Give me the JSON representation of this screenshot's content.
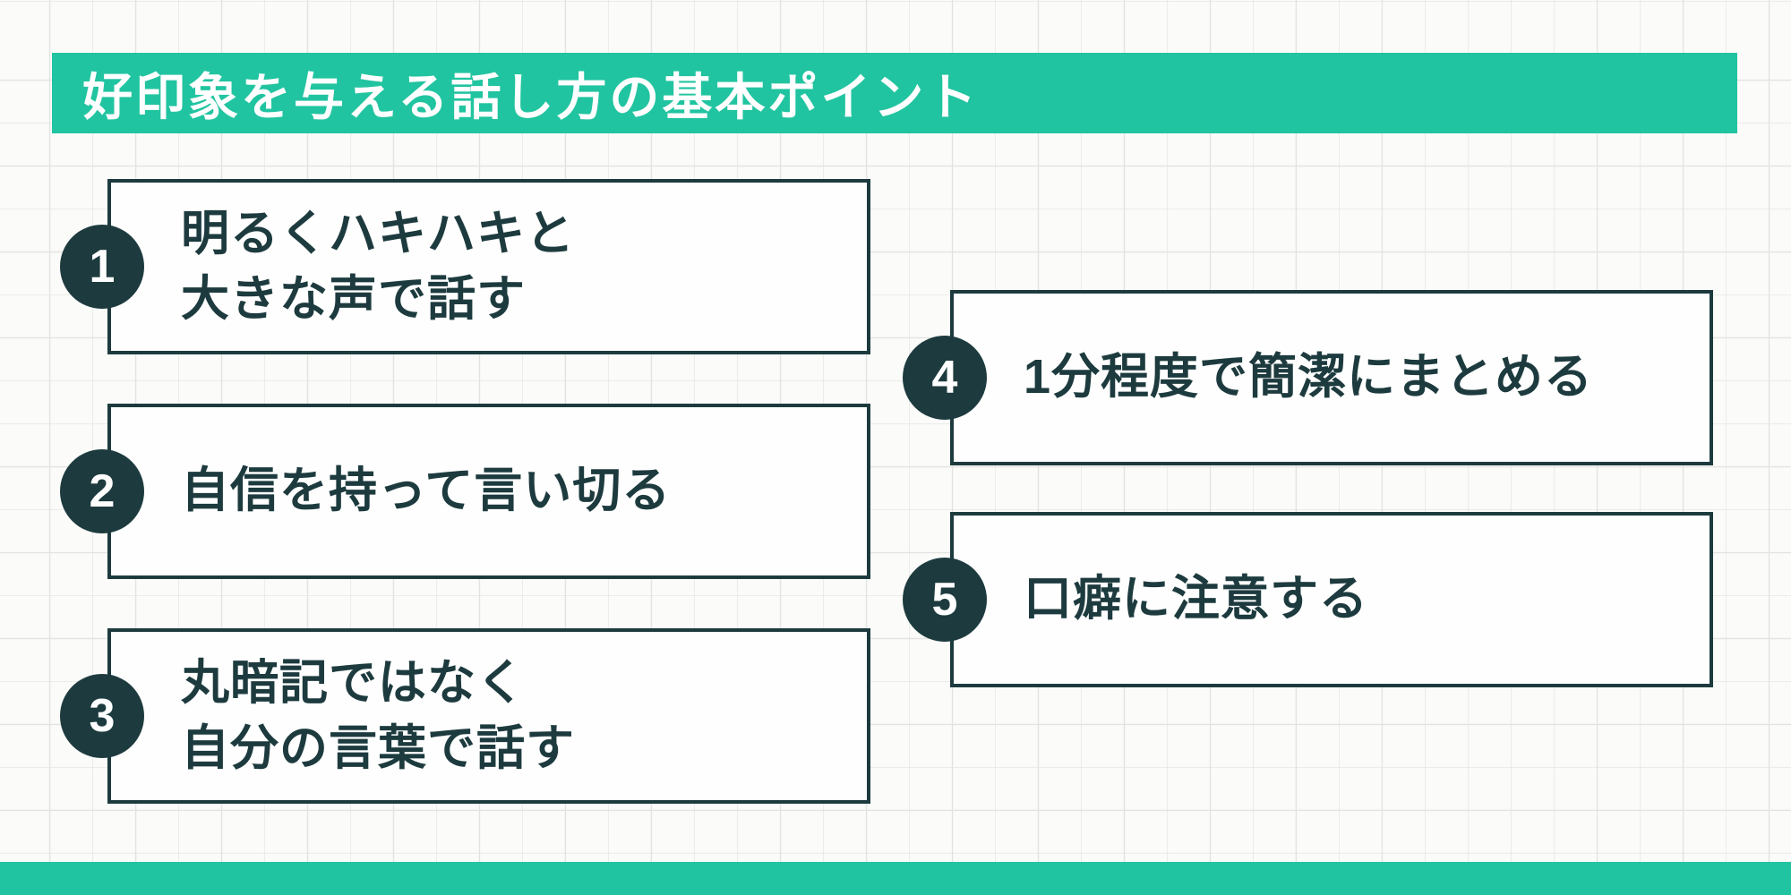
{
  "header": {
    "title": "好印象を与える話し方の基本ポイント"
  },
  "points": [
    {
      "number": "1",
      "text": "明るくハキハキと\n大きな声で話す"
    },
    {
      "number": "2",
      "text": "自信を持って言い切る"
    },
    {
      "number": "3",
      "text": "丸暗記ではなく\n自分の言葉で話す"
    },
    {
      "number": "4",
      "text": "1分程度で簡潔にまとめる"
    },
    {
      "number": "5",
      "text": "口癖に注意する"
    }
  ],
  "colors": {
    "accent_teal": "#21c4a0",
    "dark_slate": "#1d3b3e",
    "paper": "#fbfbfa",
    "grid_line": "#e3e3e1",
    "box_fill": "#fefefe",
    "title_text": "#ffffff"
  }
}
